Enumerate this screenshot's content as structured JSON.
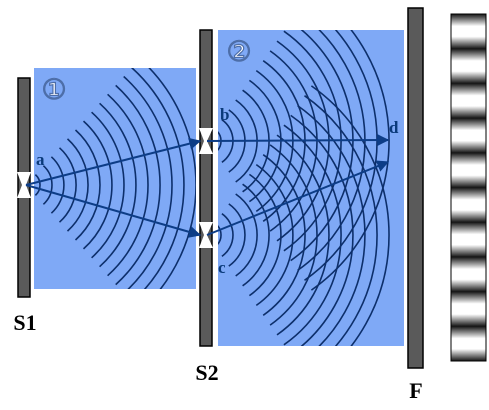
{
  "labels": {
    "s1": "S1",
    "s2": "S2",
    "f": "F",
    "a": "a",
    "b": "b",
    "c": "c",
    "d": "d"
  },
  "zones": {
    "zone1": "①",
    "zone2": "②"
  },
  "colors": {
    "zone_fill": "#7fa9f6",
    "wave": "#0d2f6b",
    "arrow": "#0d3d87",
    "slit_plate": "#5a5a5a",
    "label": "#000000",
    "point_label": "#0a3a7a"
  },
  "icons": {
    "pattern": "interference-fringe-pattern"
  }
}
